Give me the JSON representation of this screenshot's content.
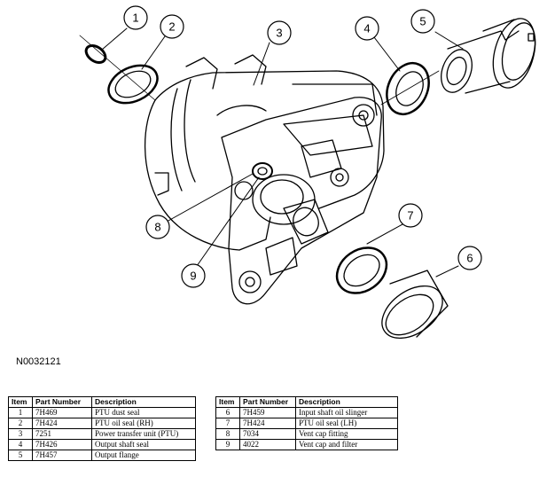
{
  "figure_id": "N0032121",
  "callouts": [
    "1",
    "2",
    "3",
    "4",
    "5",
    "6",
    "7",
    "8",
    "9"
  ],
  "table_headers": {
    "item": "Item",
    "part_number": "Part Number",
    "description": "Description"
  },
  "parts_left": [
    {
      "item": "1",
      "part_number": "7H469",
      "description": "PTU dust seal"
    },
    {
      "item": "2",
      "part_number": "7H424",
      "description": "PTU oil seal (RH)"
    },
    {
      "item": "3",
      "part_number": "7251",
      "description": "Power transfer unit (PTU)"
    },
    {
      "item": "4",
      "part_number": "7H426",
      "description": "Output shaft seal"
    },
    {
      "item": "5",
      "part_number": "7H457",
      "description": "Output flange"
    }
  ],
  "parts_right": [
    {
      "item": "6",
      "part_number": "7H459",
      "description": "Input shaft oil slinger"
    },
    {
      "item": "7",
      "part_number": "7H424",
      "description": "PTU oil seal (LH)"
    },
    {
      "item": "8",
      "part_number": "7034",
      "description": "Vent cap fitting"
    },
    {
      "item": "9",
      "part_number": "4022",
      "description": "Vent cap and filter"
    }
  ]
}
